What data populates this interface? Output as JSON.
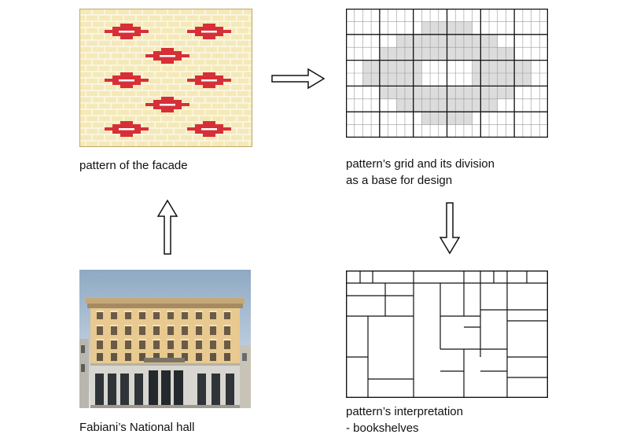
{
  "panels": {
    "facade": {
      "caption": "pattern of the facade"
    },
    "grid": {
      "caption_line1": "pattern’s grid and its division",
      "caption_line2": "as a base for design"
    },
    "hall": {
      "caption": "Fabiani’s National hall"
    },
    "bookshelves": {
      "caption_line1": "pattern’s interpretation",
      "caption_line2": "- bookshelves"
    }
  },
  "colors": {
    "brick": "#f4e9b8",
    "motif": "#d62f38",
    "grid_fill": "#dcdcdc",
    "line": "#111111"
  },
  "icons": [
    "arrow-right-icon",
    "arrow-up-icon",
    "arrow-down-icon"
  ]
}
